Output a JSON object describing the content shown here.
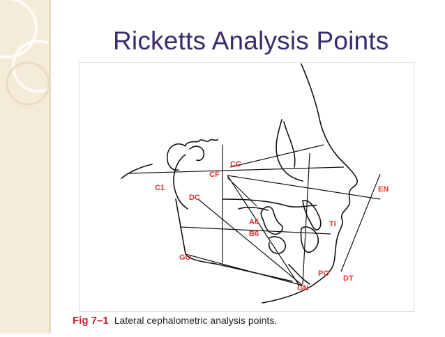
{
  "slide": {
    "title": "Ricketts Analysis Points",
    "caption_number": "Fig 7–1",
    "caption_text": "Lateral cephalometric analysis points."
  },
  "points": {
    "cc": "CC",
    "cf": "CF",
    "c1": "C1",
    "dc": "DC",
    "en": "EN",
    "a6": "A6",
    "b6": "B6",
    "ti": "TI",
    "go": "GO",
    "po": "PO",
    "dt": "DT",
    "gn": "GN"
  },
  "colors": {
    "accent_title": "#3b2a6e",
    "label_red": "#e8312c",
    "sidebar": "#f4ecd8"
  }
}
